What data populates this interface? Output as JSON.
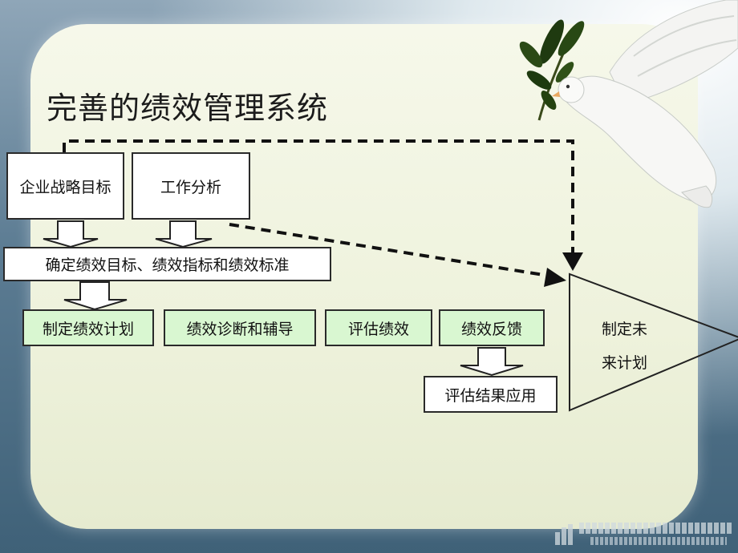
{
  "slide": {
    "title": "完善的绩效管理系统"
  },
  "diagram": {
    "top_boxes": [
      {
        "label": "企业战略目标"
      },
      {
        "label": "工作分析"
      }
    ],
    "goal_bar": {
      "label": "确定绩效目标、绩效指标和绩效标准"
    },
    "steps": [
      {
        "label": "制定绩效计划"
      },
      {
        "label": "绩效诊断和辅导"
      },
      {
        "label": "评估绩效"
      },
      {
        "label": "绩效反馈"
      }
    ],
    "result_box": {
      "label": "评估结果应用"
    },
    "future_plan": {
      "line1": "制定未",
      "line2": "来计划"
    }
  },
  "watermark": {
    "brand": "ANIMATION FACTORY",
    "url": "www.animationfactory.com"
  },
  "colors": {
    "step_fill": "#d9f7d1",
    "box_border": "#2a2a2a",
    "panel": "#f2f5e2"
  },
  "icons": [
    "dove-with-olive-branch-icon",
    "animation-factory-logo-icon"
  ]
}
